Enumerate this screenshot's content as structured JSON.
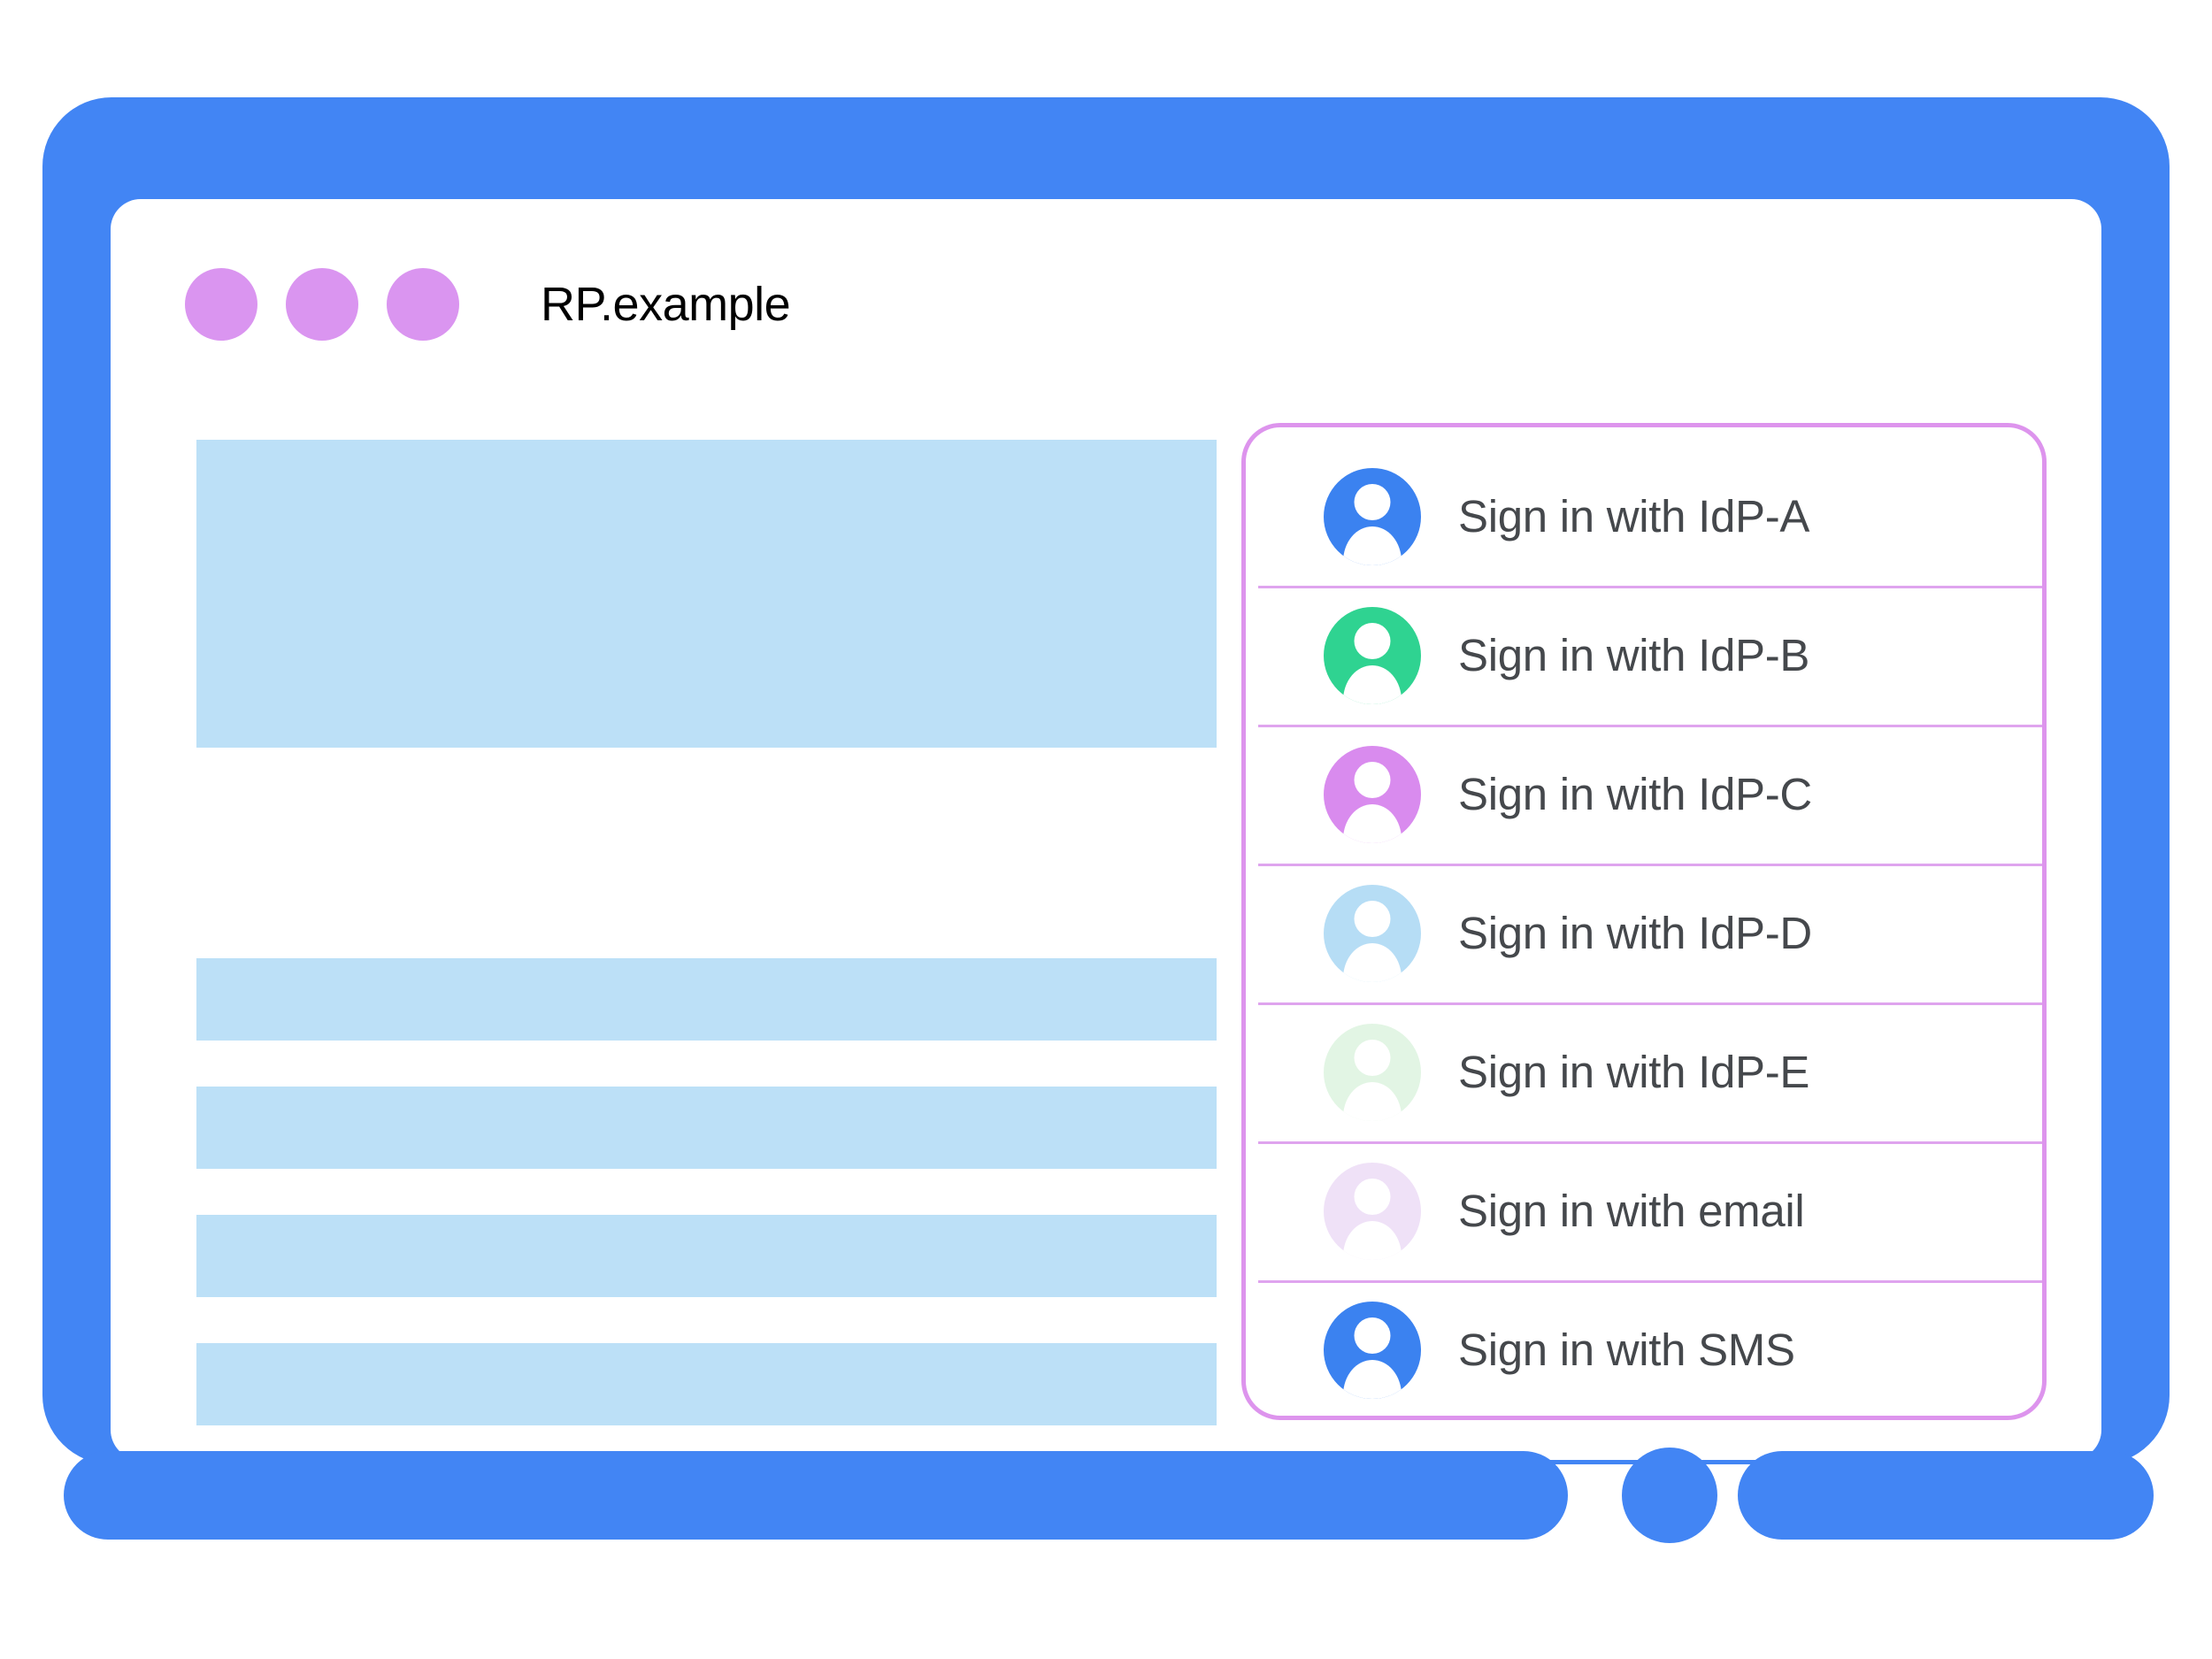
{
  "colors": {
    "frame_blue": "#4285F4",
    "title_dot_purple": "#DA95F0",
    "placeholder_blue": "#BCE0F7",
    "card_border_purple": "#DD94ED",
    "divider_purple": "#DFA4EE",
    "label_text": "#45484C",
    "title_text": "#000000"
  },
  "browser": {
    "tab_title": "RP.example",
    "window_dots": [
      "window-dot-1",
      "window-dot-2",
      "window-dot-3"
    ]
  },
  "page_content": {
    "placeholders": [
      {
        "name": "hero-placeholder-block"
      },
      {
        "name": "text-placeholder-bar-1"
      },
      {
        "name": "text-placeholder-bar-2"
      },
      {
        "name": "text-placeholder-bar-3"
      },
      {
        "name": "text-placeholder-bar-4"
      }
    ]
  },
  "account_chooser": {
    "name": "account-chooser-card",
    "items": [
      {
        "label": "Sign in with IdP-A",
        "icon": "avatar-icon",
        "avatar_color": "#3B82F0"
      },
      {
        "label": "Sign in with IdP-B",
        "icon": "avatar-icon",
        "avatar_color": "#2FD391"
      },
      {
        "label": "Sign in with IdP-C",
        "icon": "avatar-icon",
        "avatar_color": "#D98BEE"
      },
      {
        "label": "Sign in with IdP-D",
        "icon": "avatar-icon",
        "avatar_color": "#B6DDF5"
      },
      {
        "label": "Sign in with IdP-E",
        "icon": "avatar-icon",
        "avatar_color": "#E2F5E4"
      },
      {
        "label": "Sign in with email",
        "icon": "avatar-icon",
        "avatar_color": "#EFE1F7"
      },
      {
        "label": "Sign in with SMS",
        "icon": "avatar-icon",
        "avatar_color": "#3B82F0"
      }
    ]
  },
  "device": {
    "home_button": "home-button"
  }
}
